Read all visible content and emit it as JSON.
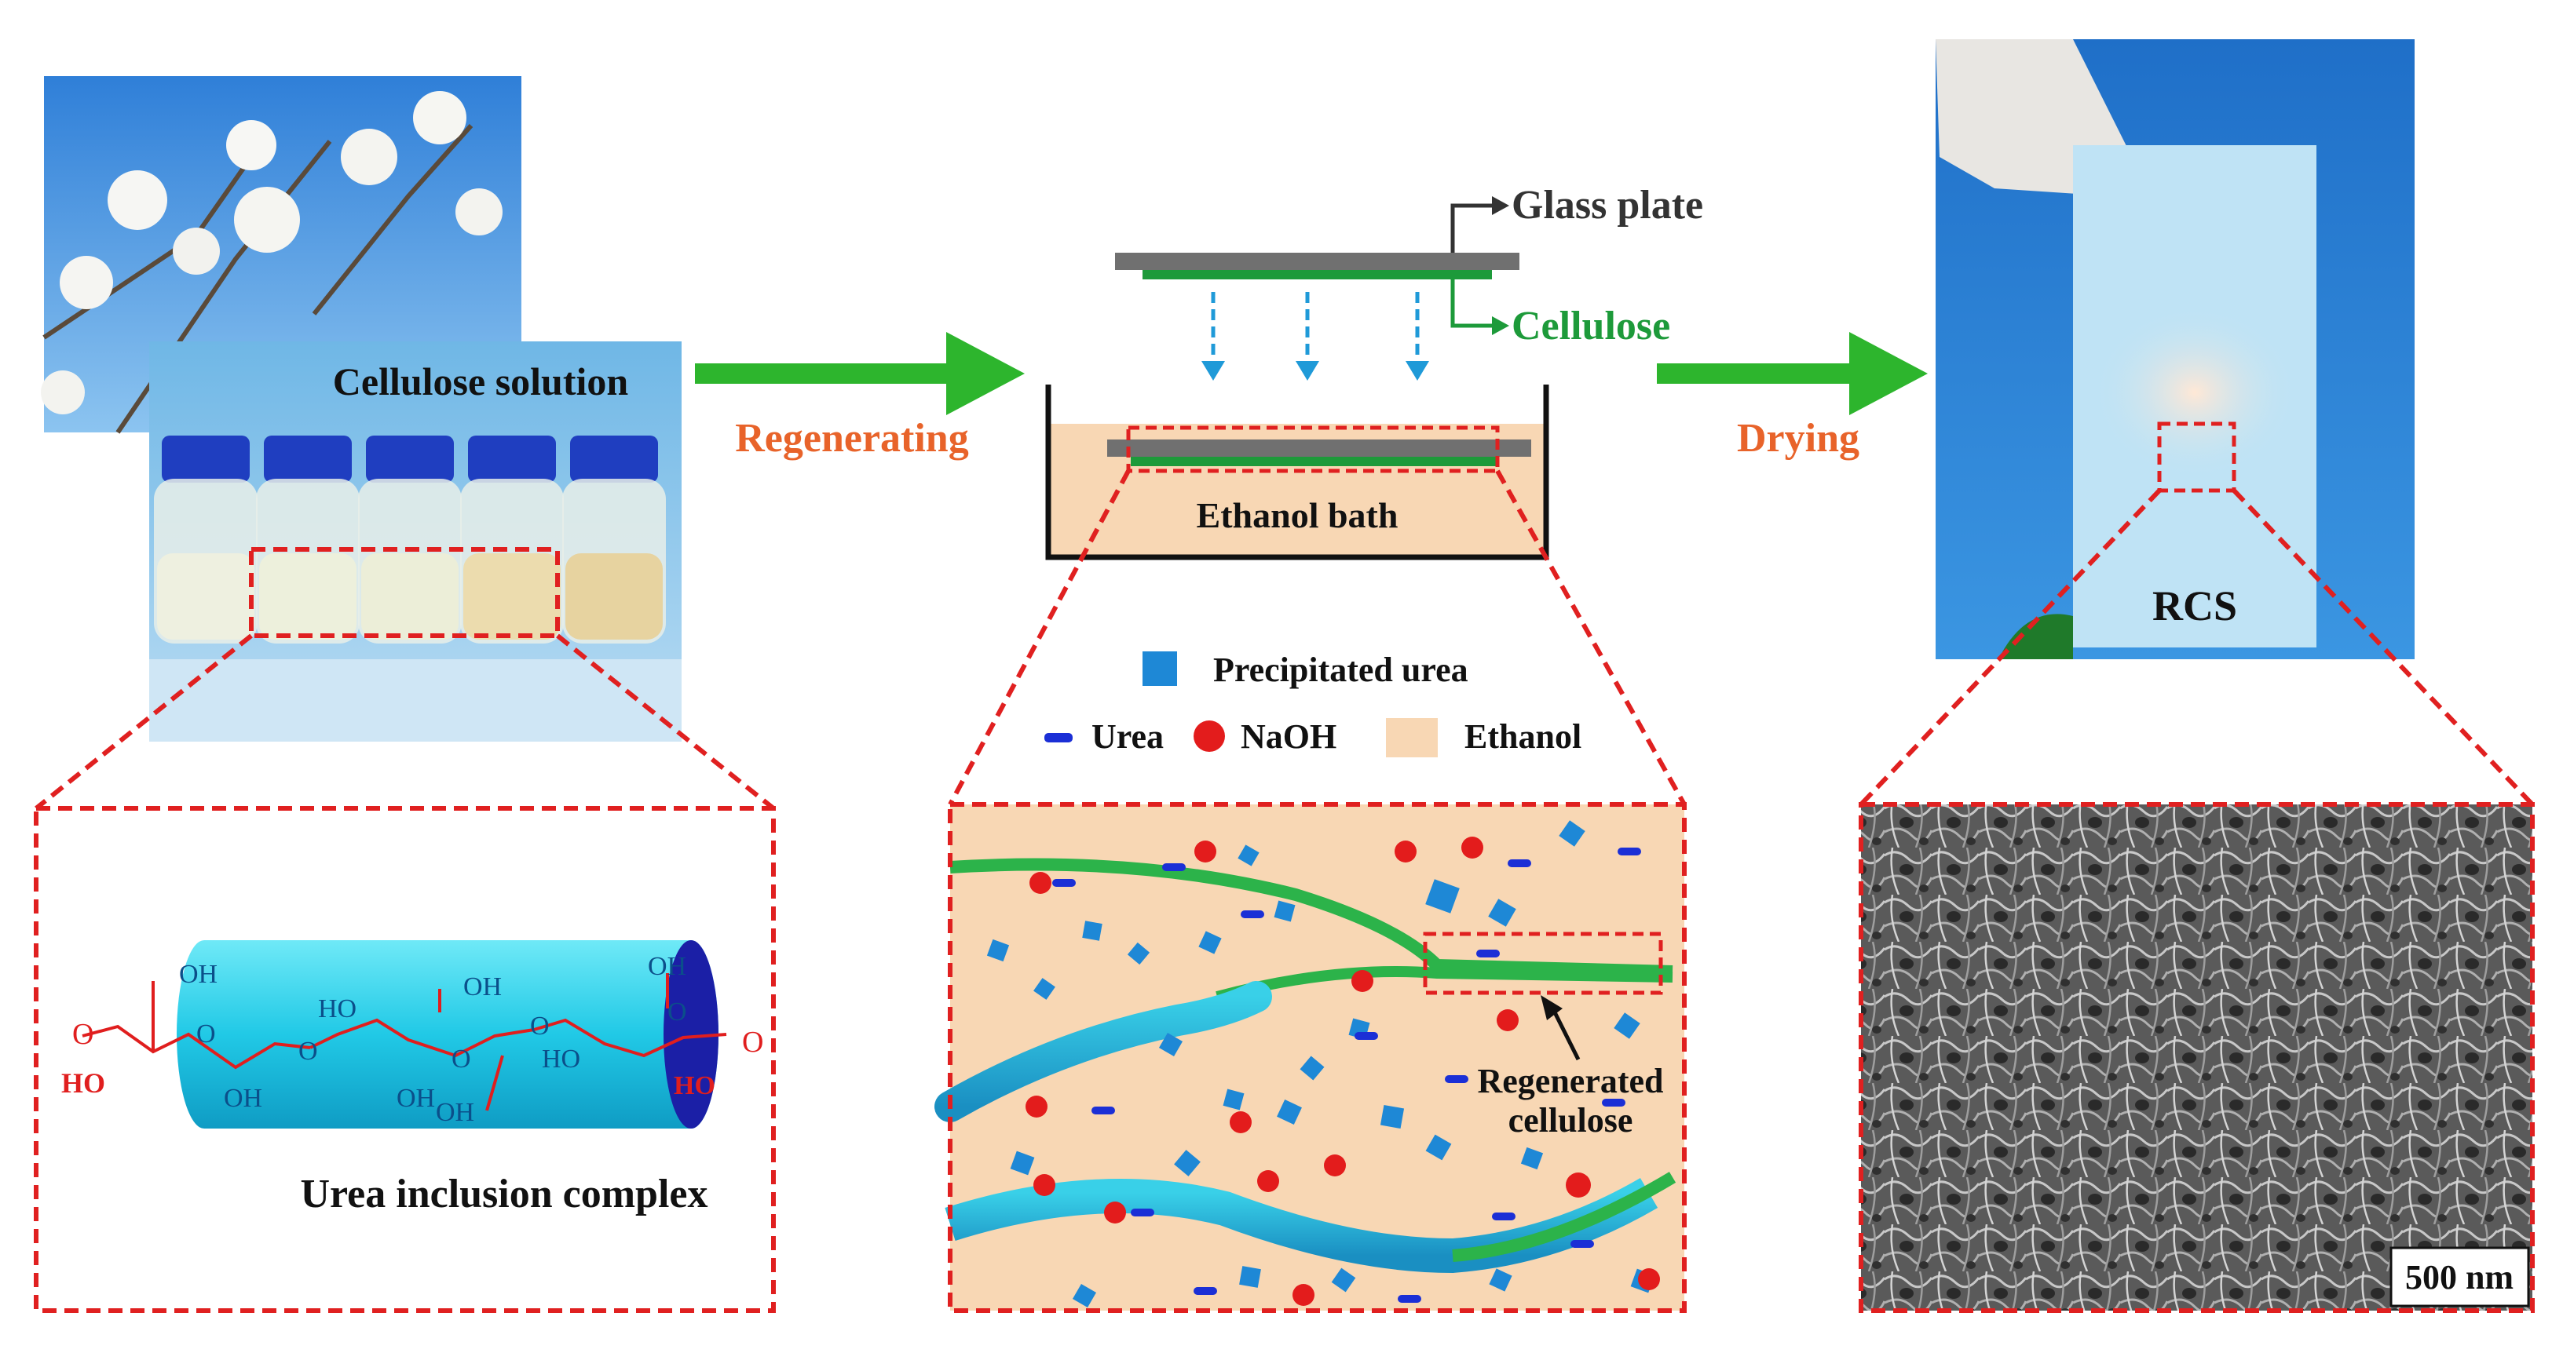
{
  "labels": {
    "cellulose_solution": "Cellulose solution",
    "regenerating": "Regenerating",
    "glass_plate": "Glass plate",
    "cellulose": "Cellulose",
    "ethanol_bath": "Ethanol bath",
    "drying": "Drying",
    "rcs": "RCS",
    "precipitated_urea": "Precipitated urea",
    "urea": "Urea",
    "naoh": "NaOH",
    "ethanol": "Ethanol",
    "regenerated_cellulose_line1": "Regenerated",
    "regenerated_cellulose_line2": "cellulose",
    "urea_inclusion_complex": "Urea inclusion complex",
    "scale_bar": "500 nm"
  },
  "molecule_labels": {
    "o_left": "O",
    "ho_left": "HO",
    "oh_1": "OH",
    "o_ring_1": "O",
    "oh_2": "OH",
    "o_link_1": "O",
    "ho_1": "HO",
    "oh_3": "OH",
    "o_ring_2": "O",
    "oh_4": "OH",
    "o_link_2": "O",
    "oh_5": "OH",
    "ho_2": "HO",
    "oh_6": "OH",
    "o_ring_3": "O",
    "o_right": "O",
    "ho_right": "HO"
  },
  "colors": {
    "flow_arrow": "#2db52d",
    "process_text": "#e8632a",
    "cellulose_green": "#1d9a3a",
    "dash_red": "#e02020",
    "dash_blue": "#1f9ad8",
    "ethanol": "#f8d7b4",
    "urea_dash": "#1b2fd6",
    "naoh_red": "#e31c1c",
    "precip_blue": "#1e88d6",
    "tube_cyan": "#21c9e6",
    "molecule_red": "#e01e1e"
  },
  "icons": [
    "cotton-photo",
    "bottles-photo",
    "rcs-film-photo",
    "sem-micrograph"
  ]
}
